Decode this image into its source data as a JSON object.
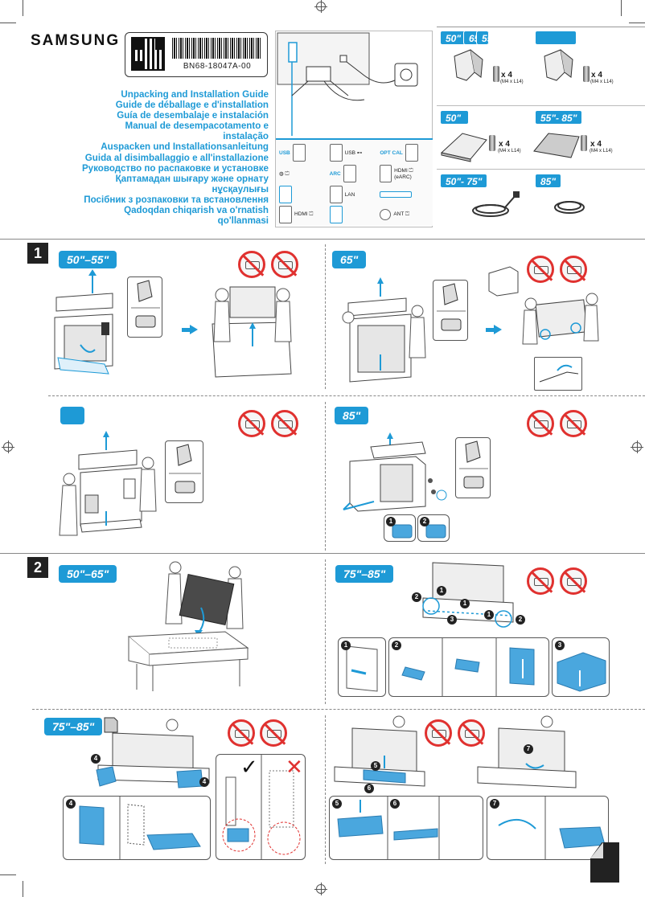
{
  "brand": "SAMSUNG",
  "label": {
    "part_code": "BN68-18047A-00"
  },
  "titles": [
    "Unpacking and Installation Guide",
    "Guide de déballage e d'installation",
    "Guía de desembalaje e instalación",
    "Manual de desempacotamento e instalação",
    "Auspacken und Installationsanleitung",
    "Guida al disimballaggio e all'installazione",
    "Руководство по распаковке и установке",
    "Қаптамадан шығару және орнату нұсқаулығы",
    "Посібник з розпаковки та встановлення",
    "Qadoqdan chiqarish va o'rnatish qo'llanmasi"
  ],
  "ports": [
    {
      "label": "USB",
      "name": "usb-port"
    },
    {
      "label": "USB ⊷",
      "name": "usb-port-2"
    },
    {
      "label": "OPT CAL",
      "name": "optical-port"
    },
    {
      "label": "◍ ⏍",
      "name": "ir-port"
    },
    {
      "label": "ARC",
      "name": "arc-port"
    },
    {
      "label": "HDMI ⏍ (eARC)",
      "name": "hdmi-earc-port"
    },
    {
      "label": "",
      "name": "network-icon"
    },
    {
      "label": "LAN",
      "name": "lan-port"
    },
    {
      "label": "",
      "name": "slot"
    },
    {
      "label": "HDMI ⏍",
      "name": "hdmi-port"
    },
    {
      "label": "",
      "name": "antenna-icon"
    },
    {
      "label": "ANT ⏍",
      "name": "ant-port"
    }
  ],
  "parts": {
    "stand_a_sizes": [
      "50\"",
      "65\"",
      "55\""
    ],
    "stand_a_qty": "x 4",
    "stand_a_spec": "(M4 x L14)",
    "stand_b_qty": "x 4",
    "stand_b_spec": "(M4 x L14)",
    "base_a_size": "50\"",
    "base_a_qty": "x 4",
    "base_a_spec": "(M4 x L14)",
    "base_b_size": "55\"- 85\"",
    "base_b_qty": "x 4",
    "base_b_spec": "(M4 x L14)",
    "cable_a_size": "50\"- 75\"",
    "cable_b_size": "85\""
  },
  "steps": {
    "step1": {
      "number": "1",
      "panel_a_size": "50\"–55\"",
      "panel_b_size": "65\"",
      "panel_d_size": "85\""
    },
    "step2": {
      "number": "2",
      "panel_a_size": "50\"–65\"",
      "panel_b_size": "75\"–85\"",
      "panel_c_size": "75\"–85\"",
      "callouts": [
        "1",
        "2",
        "3",
        "4",
        "5",
        "6",
        "7"
      ]
    }
  },
  "colors": {
    "accent": "#1e9ad6",
    "prohibit": "#e0312f",
    "text": "#1a1a1a"
  },
  "marks": {
    "check": "✓",
    "cross": "✕"
  }
}
